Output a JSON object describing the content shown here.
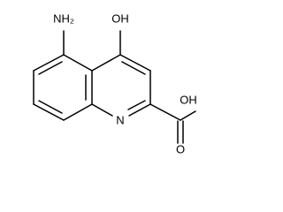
{
  "molecule": {
    "labels": {
      "nh2": "NH₂",
      "oh_top": "OH",
      "ring_n": "N",
      "oh_acid": "OH",
      "carbonyl_o": "O"
    },
    "bond_color": "#000000",
    "background": "#ffffff"
  }
}
